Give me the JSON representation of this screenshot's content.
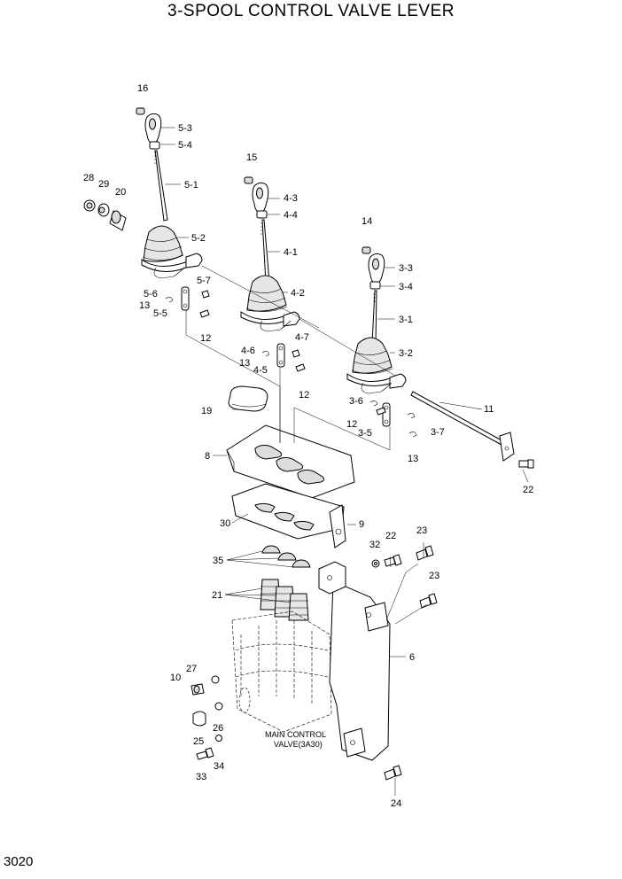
{
  "title": "3-SPOOL CONTROL VALVE LEVER",
  "page_number": "3020",
  "caption_lines": [
    "MAIN CONTROL",
    "VALVE(3A30)"
  ],
  "callouts": {
    "p16": "16",
    "p5_3": "5-3",
    "p5_4": "5-4",
    "p28": "28",
    "p29": "29",
    "p20": "20",
    "p5_1": "5-1",
    "p15": "15",
    "p4_3": "4-3",
    "p4_4": "4-4",
    "p5_2": "5-2",
    "p4_1": "4-1",
    "p14": "14",
    "p3_3": "3-3",
    "p5_7": "5-7",
    "p3_4": "3-4",
    "p5_6": "5-6",
    "p4_2": "4-2",
    "p13a": "13",
    "p5_5": "5-5",
    "p3_1": "3-1",
    "p12a": "12",
    "p4_7": "4-7",
    "p4_6": "4-6",
    "p3_2": "3-2",
    "p13b": "13",
    "p4_5": "4-5",
    "p12b": "12",
    "p3_6": "3-6",
    "p11": "11",
    "p19": "19",
    "p12c": "12",
    "p3_7": "3-7",
    "p3_5": "3-5",
    "p8": "8",
    "p13c": "13",
    "p22a": "22",
    "p30": "30",
    "p9": "9",
    "p23a": "23",
    "p22b": "22",
    "p32": "32",
    "p35": "35",
    "p23b": "23",
    "p21": "21",
    "p6": "6",
    "p27": "27",
    "p10": "10",
    "p26": "26",
    "p25": "25",
    "p34": "34",
    "p33": "33",
    "p24": "24"
  }
}
